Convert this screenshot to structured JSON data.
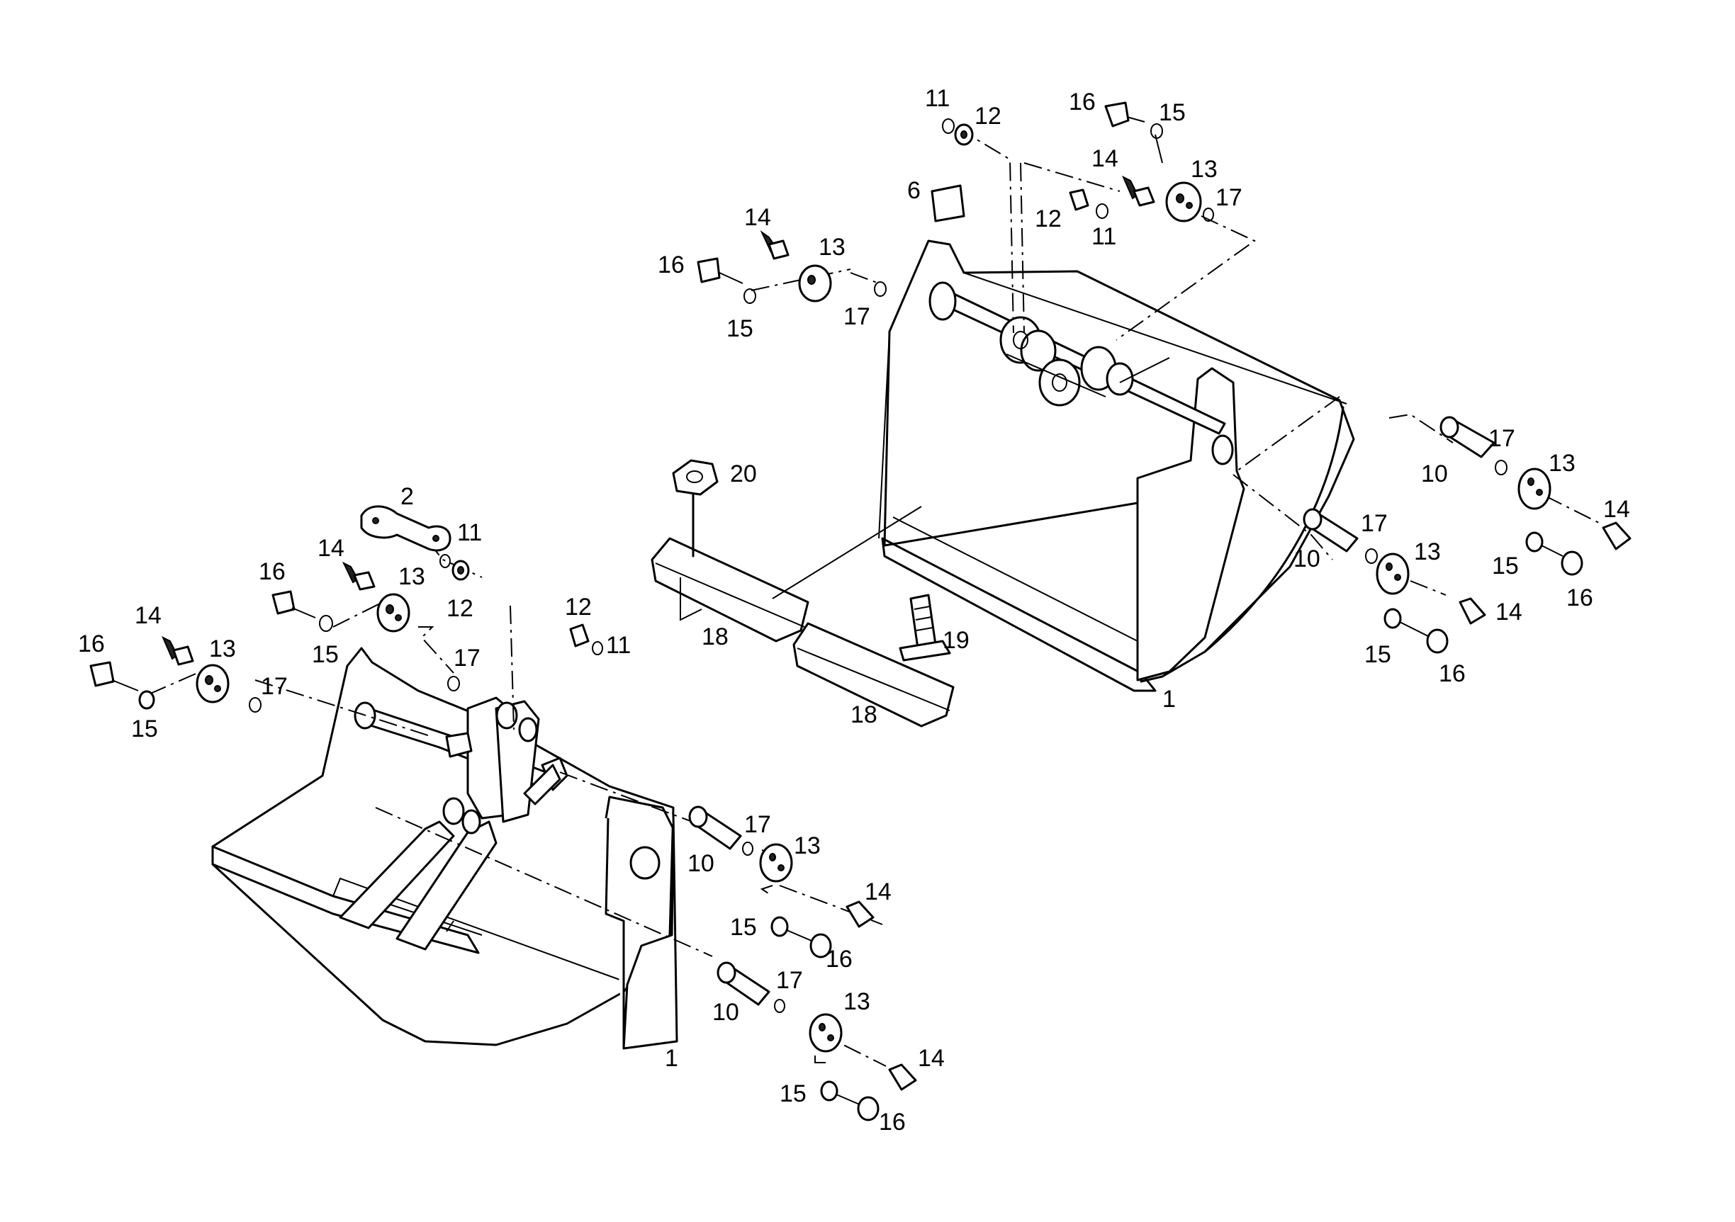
{
  "callouts": [
    {
      "id": "r-11a",
      "text": "11"
    },
    {
      "id": "r-12a",
      "text": "12"
    },
    {
      "id": "r-16a",
      "text": "16"
    },
    {
      "id": "r-15a",
      "text": "15"
    },
    {
      "id": "r-14a",
      "text": "14"
    },
    {
      "id": "r-13a",
      "text": "13"
    },
    {
      "id": "r-17a",
      "text": "17"
    },
    {
      "id": "r-6",
      "text": "6"
    },
    {
      "id": "r-12b",
      "text": "12"
    },
    {
      "id": "r-11b",
      "text": "11"
    },
    {
      "id": "r-14b",
      "text": "14"
    },
    {
      "id": "r-13b",
      "text": "13"
    },
    {
      "id": "r-16b",
      "text": "16"
    },
    {
      "id": "r-15b",
      "text": "15"
    },
    {
      "id": "r-17b",
      "text": "17"
    },
    {
      "id": "r-17c",
      "text": "17"
    },
    {
      "id": "r-10a",
      "text": "10"
    },
    {
      "id": "r-13c",
      "text": "13"
    },
    {
      "id": "r-14c",
      "text": "14"
    },
    {
      "id": "r-15c",
      "text": "15"
    },
    {
      "id": "r-16c",
      "text": "16"
    },
    {
      "id": "r-17d",
      "text": "17"
    },
    {
      "id": "r-10b",
      "text": "10"
    },
    {
      "id": "r-13d",
      "text": "13"
    },
    {
      "id": "r-14d",
      "text": "14"
    },
    {
      "id": "r-15d",
      "text": "15"
    },
    {
      "id": "r-16d",
      "text": "16"
    },
    {
      "id": "r-20",
      "text": "20"
    },
    {
      "id": "r-18a",
      "text": "18"
    },
    {
      "id": "r-18b",
      "text": "18"
    },
    {
      "id": "r-19",
      "text": "19"
    },
    {
      "id": "r-1a",
      "text": "1"
    },
    {
      "id": "l-2",
      "text": "2"
    },
    {
      "id": "l-11a",
      "text": "11"
    },
    {
      "id": "l-14a",
      "text": "14"
    },
    {
      "id": "l-16a",
      "text": "16"
    },
    {
      "id": "l-13a",
      "text": "13"
    },
    {
      "id": "l-12a",
      "text": "12"
    },
    {
      "id": "l-15a",
      "text": "15"
    },
    {
      "id": "l-12b",
      "text": "12"
    },
    {
      "id": "l-11b",
      "text": "11"
    },
    {
      "id": "l-14b",
      "text": "14"
    },
    {
      "id": "l-16b",
      "text": "16"
    },
    {
      "id": "l-13b",
      "text": "13"
    },
    {
      "id": "l-17a",
      "text": "17"
    },
    {
      "id": "l-17b",
      "text": "17"
    },
    {
      "id": "l-15b",
      "text": "15"
    },
    {
      "id": "l-17c",
      "text": "17"
    },
    {
      "id": "l-10a",
      "text": "10"
    },
    {
      "id": "l-13c",
      "text": "13"
    },
    {
      "id": "l-14c",
      "text": "14"
    },
    {
      "id": "l-15c",
      "text": "15"
    },
    {
      "id": "l-16c",
      "text": "16"
    },
    {
      "id": "l-17d",
      "text": "17"
    },
    {
      "id": "l-10b",
      "text": "10"
    },
    {
      "id": "l-13d",
      "text": "13"
    },
    {
      "id": "l-14d",
      "text": "14"
    },
    {
      "id": "l-15d",
      "text": "15"
    },
    {
      "id": "l-16d",
      "text": "16"
    },
    {
      "id": "l-1",
      "text": "1"
    }
  ]
}
